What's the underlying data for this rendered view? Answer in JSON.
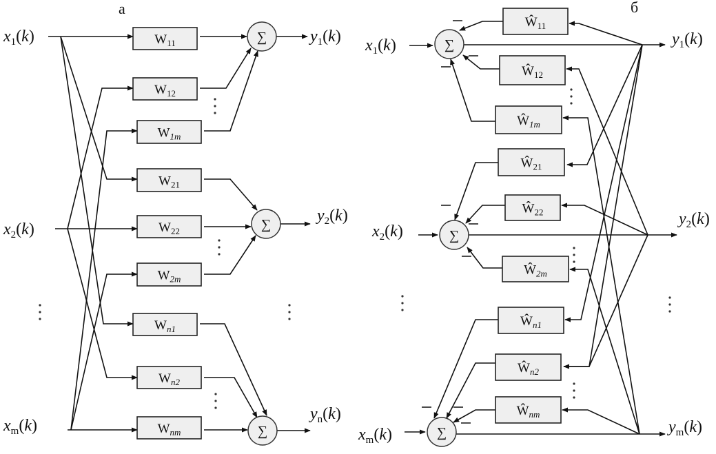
{
  "panels": {
    "a": {
      "label": "а",
      "inputs": [
        {
          "name": "x",
          "sub": "1",
          "arg": "(k)"
        },
        {
          "name": "x",
          "sub": "2",
          "arg": "(k)"
        },
        {
          "name": "x",
          "sub": "m",
          "arg": "(k)"
        }
      ],
      "outputs": [
        {
          "name": "y",
          "sub": "1",
          "arg": "(k)"
        },
        {
          "name": "y",
          "sub": "2",
          "arg": "(k)"
        },
        {
          "name": "y",
          "sub": "n",
          "arg": "(k)"
        }
      ],
      "weights": [
        {
          "base": "W",
          "sub": "11"
        },
        {
          "base": "W",
          "sub": "12"
        },
        {
          "base": "W",
          "sub": "1m"
        },
        {
          "base": "W",
          "sub": "21"
        },
        {
          "base": "W",
          "sub": "22"
        },
        {
          "base": "W",
          "sub": "2m"
        },
        {
          "base": "W",
          "sub": "n1"
        },
        {
          "base": "W",
          "sub": "n2"
        },
        {
          "base": "W",
          "sub": "nm"
        }
      ],
      "sum_symbol": "∑",
      "ellipsis": "⋮"
    },
    "b": {
      "label": "б",
      "inputs": [
        {
          "name": "x",
          "sub": "1",
          "arg": "(k)"
        },
        {
          "name": "x",
          "sub": "2",
          "arg": "(k)"
        },
        {
          "name": "x",
          "sub": "m",
          "arg": "(k)"
        }
      ],
      "outputs": [
        {
          "name": "y",
          "sub": "1",
          "arg": "(k)"
        },
        {
          "name": "y",
          "sub": "2",
          "arg": "(k)"
        },
        {
          "name": "y",
          "sub": "m",
          "arg": "(k)"
        }
      ],
      "weights": [
        {
          "base": "Ŵ",
          "sub": "11"
        },
        {
          "base": "Ŵ",
          "sub": "12"
        },
        {
          "base": "Ŵ",
          "sub": "1m"
        },
        {
          "base": "Ŵ",
          "sub": "21"
        },
        {
          "base": "Ŵ",
          "sub": "22"
        },
        {
          "base": "Ŵ",
          "sub": "2m"
        },
        {
          "base": "Ŵ",
          "sub": "n1"
        },
        {
          "base": "Ŵ",
          "sub": "n2"
        },
        {
          "base": "Ŵ",
          "sub": "nm"
        }
      ],
      "sum_symbol": "∑",
      "minus_sign": "—",
      "ellipsis": "⋮"
    }
  }
}
